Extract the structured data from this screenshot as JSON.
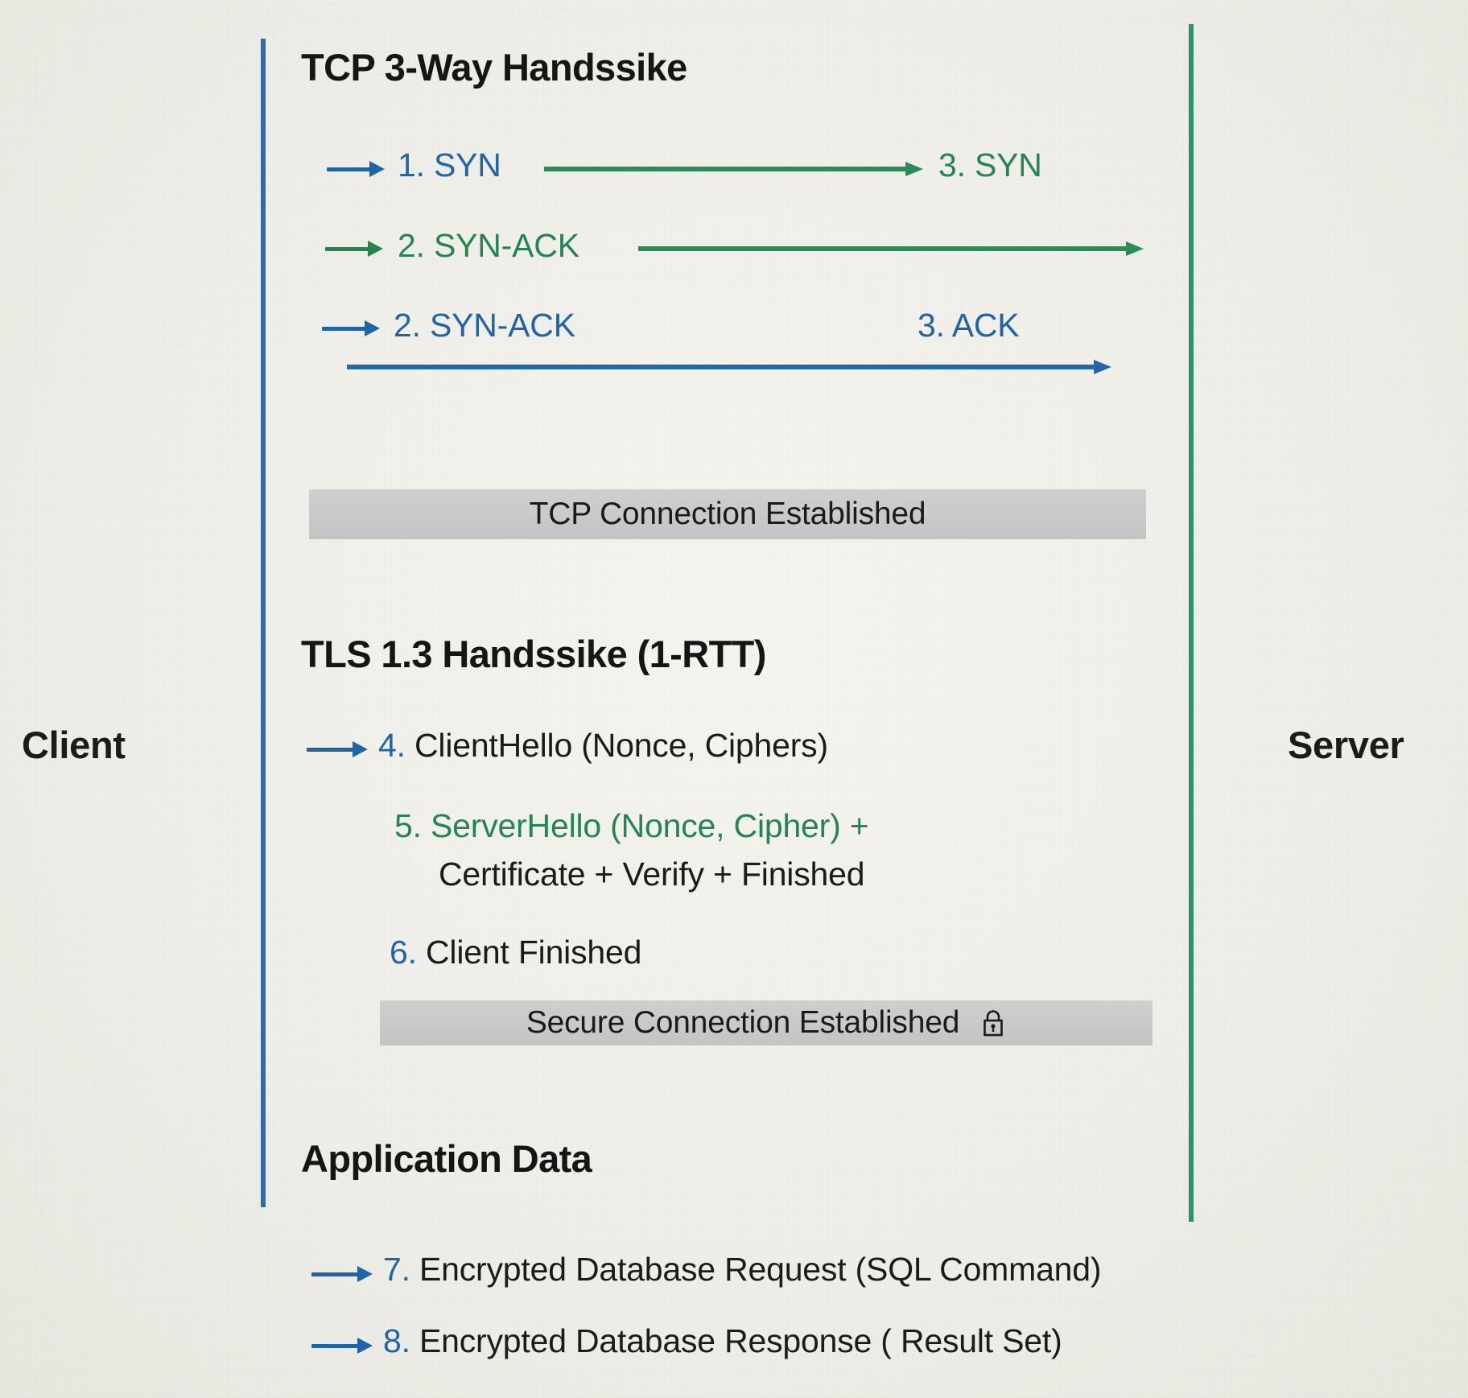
{
  "diagram": {
    "background_color": "#f2f1ec",
    "client_label": "Client",
    "server_label": "Server",
    "client_lifeline_color": "#2f6bab",
    "server_lifeline_color": "#2f9167",
    "accent_blue": "#2064a8",
    "accent_green": "#24864f",
    "banner_color": "#c9c9c9"
  },
  "sections": {
    "tcp": {
      "title": "TCP 3-Way Handssike",
      "messages": [
        {
          "left_label": "1. SYN",
          "left_color": "#2064a8",
          "left_arrow_color": "#2064a8",
          "right_label": "3. SYN",
          "right_color": "#24864f",
          "connector_color": "#2a8c56"
        },
        {
          "left_label": "2. SYN-ACK",
          "left_color": "#24864f",
          "left_arrow_color": "#24864f",
          "right_label": "",
          "right_color": "#24864f",
          "connector_color": "#2a8c56"
        },
        {
          "left_label": "2. SYN-ACK",
          "left_color": "#2064a8",
          "left_arrow_color": "#2064a8",
          "right_label": "3. ACK",
          "right_color": "#2064a8",
          "connector_color": "#2167a9"
        }
      ],
      "banner": "TCP Connection Established"
    },
    "tls": {
      "title": "TLS 1.3 Handssike (1-RTT)",
      "messages": [
        {
          "number": "4.",
          "number_color": "#2064a8",
          "text": "ClientHello (Nonce, Ciphers)",
          "text_color": "#1b1b1b",
          "has_arrow": true
        },
        {
          "number": "5.",
          "number_color": "#24864f",
          "text": "ServerHello (Nonce, Cipher) +",
          "text_color": "#24864f",
          "has_arrow": false
        },
        {
          "number": "",
          "number_color": "#1b1b1b",
          "text": "Certificate + Verify + Finished",
          "text_color": "#1b1b1b",
          "has_arrow": false
        },
        {
          "number": "6.",
          "number_color": "#2064a8",
          "text": "Client Finished",
          "text_color": "#1b1b1b",
          "has_arrow": false
        }
      ],
      "banner": "Secure Connection Established",
      "banner_icon": "lock-icon"
    },
    "app": {
      "title": "Application Data",
      "messages": [
        {
          "number": "7.",
          "number_color": "#2064a8",
          "text": "Encrypted Database Request (SQL Command)",
          "text_color": "#1b1b1b",
          "has_arrow": true
        },
        {
          "number": "8.",
          "number_color": "#2064a8",
          "text": "Encrypted Database Response ( Result Set)",
          "text_color": "#1b1b1b",
          "has_arrow": true
        }
      ]
    }
  }
}
